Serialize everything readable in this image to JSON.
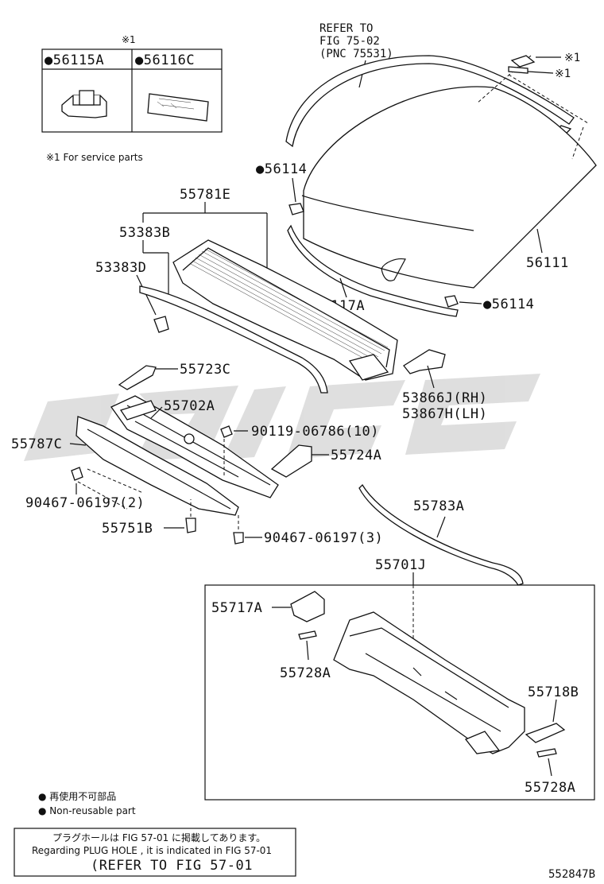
{
  "legend_box": {
    "mark": "※1",
    "part_a": "●56115A",
    "part_b": "●56116C"
  },
  "service_note": "※1 For service parts",
  "refer_top": {
    "line1": "REFER TO",
    "line2": "FIG 75-02",
    "line3": "(PNC 75531)"
  },
  "marks": {
    "mark1_a": "※1",
    "mark1_b": "※1"
  },
  "parts": {
    "p56114_top": "●56114",
    "p55781E": "55781E",
    "p53383B": "53383B",
    "p53383D": "53383D",
    "p56111": "56111",
    "p56117A": "●56117A",
    "p56114_bottom": "●56114",
    "p55723C": "55723C",
    "p53866J": "53866J(RH)",
    "p53867H": "53867H(LH)",
    "p55702A": "55702A",
    "p55787C": "55787C",
    "p90119": "90119-06786(10)",
    "p55724A": "55724A",
    "p90467_2": "90467-06197(2)",
    "p55783A": "55783A",
    "p55751B": "55751B",
    "p90467_3": "90467-06197(3)",
    "p55701J": "55701J",
    "p55717A": "55717A",
    "p55728A_left": "55728A",
    "p55718B": "55718B",
    "p55728A_right": "55728A"
  },
  "bottom_legend": {
    "jp": "● 再使用不可部品",
    "en": "● Non-reusable part"
  },
  "note_box": {
    "line1": "プラグホールは FIG 57-01 に掲載してあります。",
    "line2": "Regarding PLUG HOLE , it is indicated in FIG 57-01",
    "line3": "(REFER TO FIG 57-01"
  },
  "figure_id": "552847B"
}
